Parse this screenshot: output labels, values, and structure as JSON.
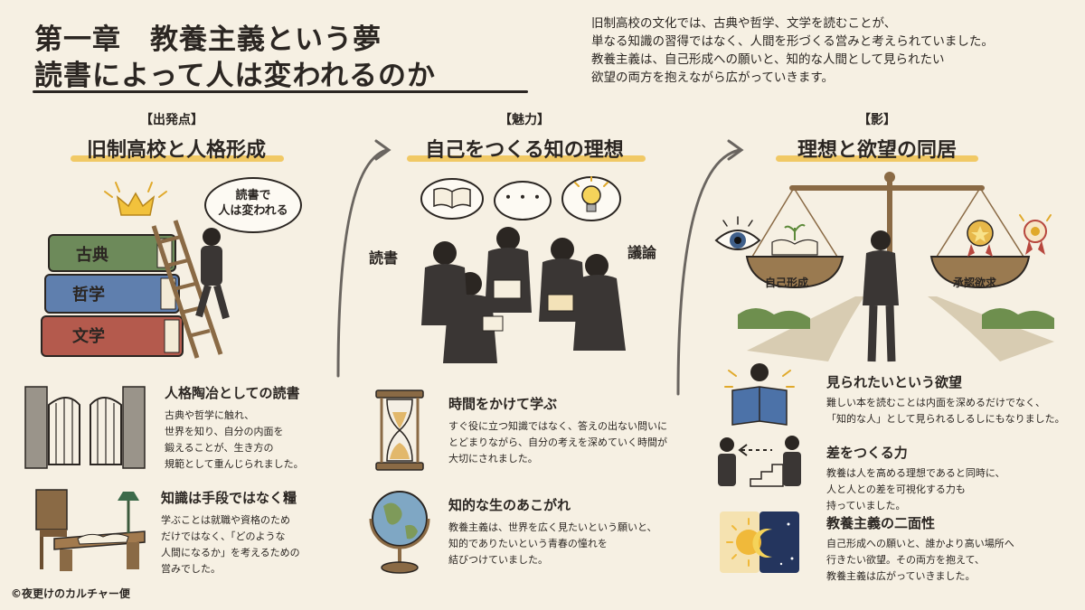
{
  "header": {
    "title_line1": "第一章　教養主義という夢",
    "title_line2": "読書によって人は変われるのか",
    "intro": [
      "旧制高校の文化では、古典や哲学、文学を読むことが、",
      "単なる知識の習得ではなく、人間を形づくる営みと考えられていました。",
      "教養主義は、自己形成への願いと、知的な人間として見られたい",
      "欲望の両方を抱えながら広がっていきます。"
    ]
  },
  "sections": [
    {
      "tag": "【出発点】",
      "heading": "旧制高校と人格形成",
      "speech": [
        "読書で",
        "人は変われる"
      ],
      "books": [
        "古典",
        "哲学",
        "文学"
      ],
      "items": [
        {
          "title": "人格陶冶としての読書",
          "body": [
            "古典や哲学に触れ、",
            "世界を知り、自分の内面を",
            "鍛えることが、生き方の",
            "規範として重んじられました。"
          ]
        },
        {
          "title": "知識は手段ではなく糧",
          "body": [
            "学ぶことは就職や資格のため",
            "だけではなく、「どのような",
            "人間になるか」を考えるための",
            "営みでした。"
          ]
        }
      ]
    },
    {
      "tag": "【魅力】",
      "heading": "自己をつくる知の理想",
      "side_left": "読書",
      "side_right": "議論",
      "bubble_dots": "・・・",
      "items": [
        {
          "title": "時間をかけて学ぶ",
          "body": [
            "すぐ役に立つ知識ではなく、答えの出ない問いに",
            "とどまりながら、自分の考えを深めていく時間が",
            "大切にされました。"
          ]
        },
        {
          "title": "知的な生のあこがれ",
          "body": [
            "教養主義は、世界を広く見たいという願いと、",
            "知的でありたいという青春の憧れを",
            "結びつけていました。"
          ]
        }
      ]
    },
    {
      "tag": "【影】",
      "heading": "理想と欲望の同居",
      "scale_left": "自己形成",
      "scale_right": "承認欲求",
      "items": [
        {
          "title": "見られたいという欲望",
          "body": [
            "難しい本を読むことは内面を深めるだけでなく、",
            "「知的な人」として見られるしるしにもなりました。"
          ]
        },
        {
          "title": "差をつくる力",
          "body": [
            "教養は人を高める理想であると同時に、",
            "人と人との差を可視化する力も",
            "持っていました。"
          ]
        },
        {
          "title": "教養主義の二面性",
          "body": [
            "自己形成への願いと、誰かより高い場所へ",
            "行きたい欲望。その両方を抱えて、",
            "教養主義は広がっていきました。"
          ]
        }
      ]
    }
  ],
  "footer": "©夜更けのカルチャー便",
  "colors": {
    "background": "#f6f0e3",
    "ink": "#2b2622",
    "highlight": "#f0c24f",
    "book_green": "#6d8a5a",
    "book_blue": "#5f7fae",
    "book_red": "#b45a4d"
  }
}
